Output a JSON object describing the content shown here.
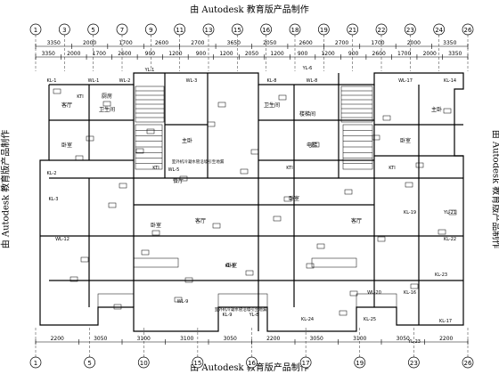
{
  "watermark": {
    "top": "由 Autodesk 教育版产品制作",
    "bottom": "由 Autodesk 教育版产品制作",
    "left": "由 Autodesk 教育版产品制作",
    "right": "由 Autodesk 教育版产品制作"
  },
  "top_axes": [
    "1",
    "3",
    "5",
    "7",
    "9",
    "11",
    "13",
    "15",
    "16",
    "18",
    "19",
    "21",
    "22",
    "23",
    "24",
    "26"
  ],
  "bottom_axes": [
    "1",
    "5",
    "10",
    "15",
    "16",
    "17",
    "19",
    "23",
    "26"
  ],
  "top_dims_row1": [
    "3350",
    "2000",
    "1700",
    "2600",
    "2700",
    "3650",
    "2050",
    "2600",
    "2700",
    "1700",
    "2000",
    "3350"
  ],
  "top_dims_row2": [
    "3350",
    "2000",
    "1700",
    "2600",
    "900",
    "1200",
    "900",
    "1200",
    "2050",
    "1200",
    "900",
    "1200",
    "900",
    "2600",
    "1700",
    "2000",
    "3350"
  ],
  "bottom_dims": [
    "2200",
    "3050",
    "3100",
    "3100",
    "3050",
    "2200",
    "3050",
    "3100",
    "3050",
    "2200"
  ],
  "room_labels": [
    "客厅",
    "卧室",
    "厨房",
    "卫生间",
    "主卧",
    "餐厅",
    "卧室",
    "客厅",
    "卧室",
    "卫生间",
    "楼梯间",
    "电梯",
    "卧室",
    "客厅",
    "卧室",
    "主卧"
  ],
  "tags": [
    "KL-1",
    "WL-1",
    "WL-2",
    "YL-1",
    "WL-3",
    "KL-2",
    "KL-8",
    "WL-8",
    "WL-5",
    "YL-6",
    "WL-17",
    "KL-14",
    "KL-3",
    "WL-12",
    "KL-19",
    "YL-21",
    "KL-22",
    "KL-23",
    "KL-17",
    "WL-9",
    "WL-20",
    "KL-16",
    "KL-25",
    "KL-6",
    "YL-23",
    "KL-24",
    "KL-9",
    "YL-8",
    "KTI",
    "KTI",
    "KTI",
    "KTI"
  ],
  "notes": [
    "室外机冷凝水管沿墙引至地漏",
    "室外机冷凝水管沿墙引至地漏"
  ]
}
